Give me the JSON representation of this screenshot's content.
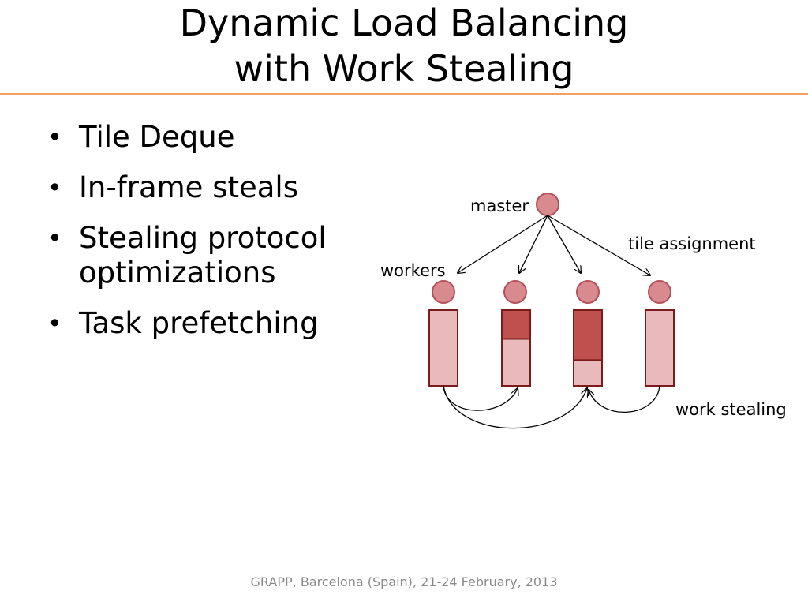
{
  "slide": {
    "title_line1": "Dynamic Load Balancing",
    "title_line2": "with Work Stealing",
    "bullets": [
      "Tile Deque",
      "In-frame steals",
      "Stealing protocol optimizations",
      "Task prefetching"
    ],
    "footer": "GRAPP, Barcelona (Spain), 21-24 February, 2013"
  },
  "diagram": {
    "labels": {
      "master": "master",
      "workers": "workers",
      "tile_assignment": "tile assignment",
      "work_stealing": "work stealing"
    },
    "deques": [
      {
        "worker": 1,
        "filled_fraction": 0.0
      },
      {
        "worker": 2,
        "filled_fraction": 0.38
      },
      {
        "worker": 3,
        "filled_fraction": 0.66
      },
      {
        "worker": 4,
        "filled_fraction": 0.0
      }
    ]
  },
  "colors": {
    "accent_rule": "#f0a060",
    "node_fill": "#d98a8e",
    "node_stroke": "#b4505a",
    "deque_fill": "#e8babc",
    "deque_filled": "#c0504d",
    "deque_stroke": "#7a1c1c"
  }
}
